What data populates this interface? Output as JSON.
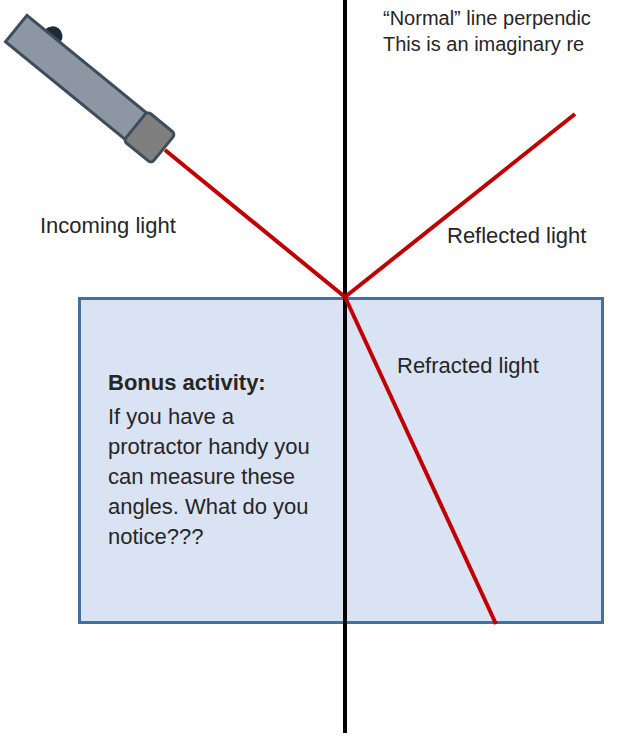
{
  "diagram": {
    "nodes": [
      {
        "text": [
          "Bonus activity:",
          "If you have a protractor handy you can measure these angles. What do you notice???",
          "Refracted light"
        ]
      }
    ],
    "labels": [
      "“Normal” line perpendic",
      "This is an imaginary re",
      "Incoming light",
      "Reflected light"
    ]
  }
}
